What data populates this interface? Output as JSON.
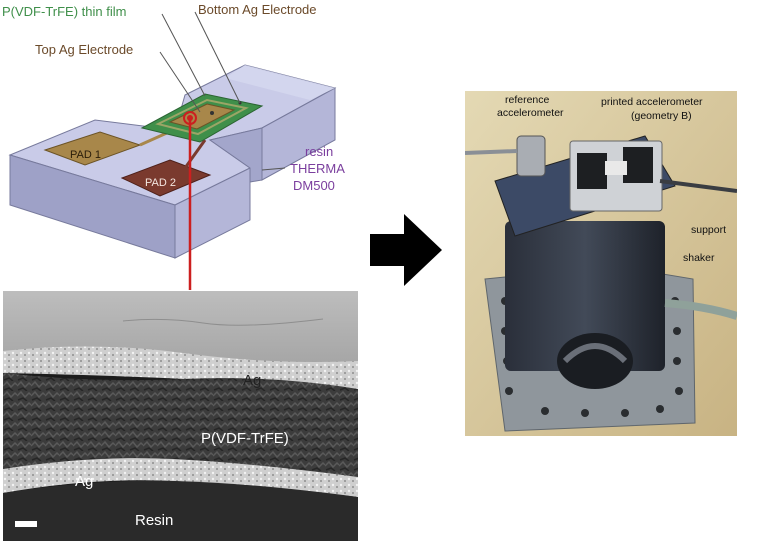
{
  "diagram": {
    "thin_film_label": "P(VDF-TrFE) thin film",
    "bottom_electrode_label": "Bottom Ag Electrode",
    "top_electrode_label": "Top Ag Electrode",
    "pad1_label": "PAD 1",
    "pad2_label": "PAD 2",
    "resin_label_line1": "resin",
    "resin_label_line2": "THERMA",
    "resin_label_line3": "DM500"
  },
  "sem": {
    "ag_top_label": "Ag",
    "film_label": "P(VDF-TrFE)",
    "ag_bottom_label": "Ag",
    "resin_label": "Resin"
  },
  "photo": {
    "reference_line1": "reference",
    "reference_line2": "accelerometer",
    "printed_line1": "printed accelerometer",
    "printed_line2": "(geometry B)",
    "support_label": "support",
    "shaker_label": "shaker"
  },
  "colors": {
    "label_brown": "#6b4a2a",
    "resin_purple": "#7b3f9e",
    "film_green": "#3f8f4a",
    "pad1": "#a8874a",
    "pad2": "#7a3a2e",
    "probe_red": "#cc1f1f"
  }
}
